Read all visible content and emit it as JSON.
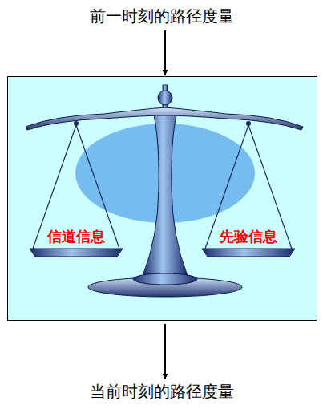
{
  "diagram": {
    "nodes": [
      {
        "text": [
          "前一时刻的路径度量"
        ]
      },
      {
        "text": [
          "信道信息",
          "先验信息"
        ]
      },
      {
        "text": [
          "当前时刻的路径度量"
        ]
      }
    ],
    "edges": [
      {
        "from": 0,
        "to": 1,
        "arrow": "to"
      },
      {
        "from": 1,
        "to": 2,
        "arrow": "to"
      }
    ]
  }
}
